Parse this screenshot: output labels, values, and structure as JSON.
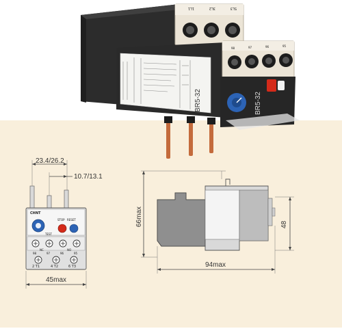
{
  "photo": {
    "top_terminal_labels": [
      "1L1",
      "3L2",
      "5L3"
    ],
    "front_terminal_labels": [
      "98",
      "97",
      "96",
      "95"
    ],
    "nameplate_model": "BR5-32",
    "dial_side_label": "BR5-32"
  },
  "front_view": {
    "width_label": "23.4/26.2",
    "pin_spacing_label": "10.7/13.1",
    "overall_width_label": "45max",
    "brand": "CHNT",
    "test_label": "TEST",
    "stop_label": "STOP",
    "reset_label": "RESET",
    "contact_labels": [
      "98",
      "97",
      "96",
      "95"
    ],
    "no_label": "NO",
    "nc_label": "NC",
    "terminal_labels": [
      "2 T1",
      "4 T2",
      "6 T3"
    ]
  },
  "side_view": {
    "height_label": "66max",
    "length_label": "94max",
    "right_height_label": "48"
  },
  "colors": {
    "background_lower": "#f9efdc",
    "housing": "#2b2b2b",
    "terminal_block": "#ebe4d6",
    "dial_blue": "#2c63b5",
    "button_red": "#d42a1a",
    "pin_copper": "#c46b3c"
  }
}
